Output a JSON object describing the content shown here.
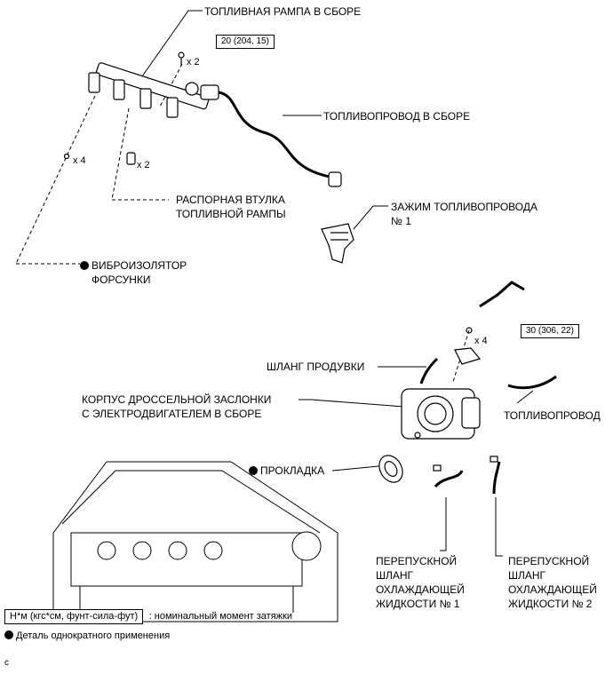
{
  "labels": {
    "fuel_rail": "ТОПЛИВНАЯ РАМПА В СБОРЕ",
    "fuel_pipe_assy": "ТОПЛИВОПРОВОД В СБОРЕ",
    "spacer_line1": "РАСПОРНАЯ ВТУЛКА",
    "spacer_line2": "ТОПЛИВНОЙ РАМПЫ",
    "clamp_line1": "ЗАЖИМ ТОПЛИВОПРОВОДА",
    "clamp_line2": "№ 1",
    "insulator_line1": "ВИБРОИЗОЛЯТОР",
    "insulator_line2": "ФОРСУНКИ",
    "purge_hose": "ШЛАНГ ПРОДУВКИ",
    "throttle_line1": "КОРПУС ДРОССЕЛЬНОЙ ЗАСЛОНКИ",
    "throttle_line2": "С ЭЛЕКТРОДВИГАТЕЛЕМ В СБОРЕ",
    "fuel_pipe": "ТОПЛИВОПРОВОД",
    "gasket": "ПРОКЛАДКА",
    "bypass1_line1": "ПЕРЕПУСКНОЙ",
    "bypass1_line2": "ШЛАНГ",
    "bypass1_line3": "ОХЛАЖДАЮЩЕЙ",
    "bypass1_line4": "ЖИДКОСТИ № 1",
    "bypass2_line1": "ПЕРЕПУСКНОЙ",
    "bypass2_line2": "ШЛАНГ",
    "bypass2_line3": "ОХЛАЖДАЮЩЕЙ",
    "bypass2_line4": "ЖИДКОСТИ № 2"
  },
  "torque": {
    "rail_bolts": "20 (204, 15)",
    "throttle_bolts": "30 (306, 22)"
  },
  "quantities": {
    "rail_bolts": "x 2",
    "insulators": "x 4",
    "spacers": "x 2",
    "throttle_bolts": "x 4"
  },
  "legend": {
    "units_box": "Н*м (кгс*см, фунт-сила-фут)",
    "units_text": ": номинальный момент затяжки",
    "non_reusable": "Деталь однократного применения"
  },
  "figure_code": "c"
}
